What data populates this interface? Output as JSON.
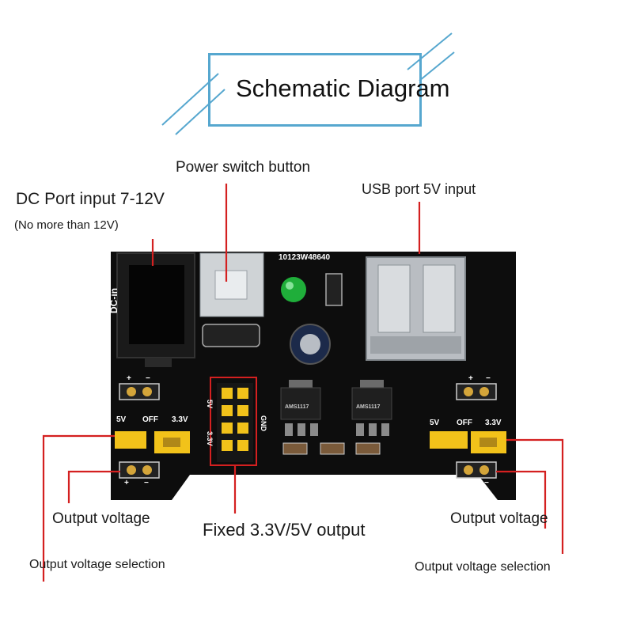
{
  "title": "Schematic Diagram",
  "labels": {
    "dc_port": "DC Port input 7-12V",
    "dc_port_note": "(No more than 12V)",
    "power_switch": "Power switch button",
    "usb_port": "USB port 5V input",
    "output_voltage_left": "Output voltage",
    "output_voltage_right": "Output voltage",
    "fixed_output": "Fixed 3.3V/5V output",
    "selection_left": "Output voltage selection",
    "selection_right": "Output voltage selection"
  },
  "board": {
    "serial": "10123W48640",
    "dc_in": "DC-in",
    "left_jumper": {
      "v5": "5V",
      "off": "OFF",
      "v33": "3.3V"
    },
    "right_jumper": {
      "v5": "5V",
      "off": "OFF",
      "v33": "3.3V"
    },
    "header_5v": "5V",
    "header_33v": "3.3V",
    "header_gnd": "GND",
    "plus": "+",
    "minus": "−",
    "regulator_1": "AMS1117",
    "regulator_2": "AMS1117"
  },
  "colors": {
    "leader_line": "#d42020",
    "title_frame": "#56a7cf",
    "pcb": "#111111",
    "jumper": "#f2c21a"
  }
}
